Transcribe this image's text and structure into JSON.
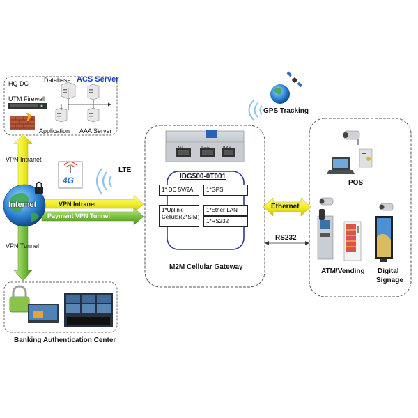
{
  "hq": {
    "title": "HQ DC",
    "utm": "UTM Firewall",
    "database": "Database",
    "acs": "ACS Server",
    "application": "Application",
    "aaa": "AAA Server"
  },
  "links": {
    "vpn_intranet_top": "VPN Intranet",
    "internet": "Internet",
    "vpn_intranet": "VPN Intranet",
    "payment_vpn": "Payment VPN Tunnel",
    "vpn_tunnel": "VPN Tunnel",
    "lte": "LTE",
    "badge_4g": "4G",
    "ethernet": "Ethernet",
    "rs232": "RS232",
    "gps": "GPS Tracking"
  },
  "gateway": {
    "model": "IDG500-0T001",
    "caption": "M2M Cellular Gateway",
    "port_labels": [
      "LAN",
      "Serial",
      "WAN"
    ],
    "specs": {
      "dc": "1* DC 5V/2A",
      "gps": "1*GPS",
      "uplink_1": "1*Uplink-",
      "uplink_2": "Cellular(2*SIM)",
      "ether": "1*Ether-LAN",
      "rs232": "1*RS232"
    }
  },
  "devices": {
    "pos": "POS",
    "atm": "ATM/Vending",
    "signage_1": "Digital",
    "signage_2": "Signage"
  },
  "bank": {
    "title": "Banking Authentication Center"
  },
  "colors": {
    "yellow_arrow": "#f2ef2a",
    "green_arrow": "#7cc242",
    "acs_blue": "#1a3fbf",
    "gateway_border": "#2b3a8c"
  }
}
